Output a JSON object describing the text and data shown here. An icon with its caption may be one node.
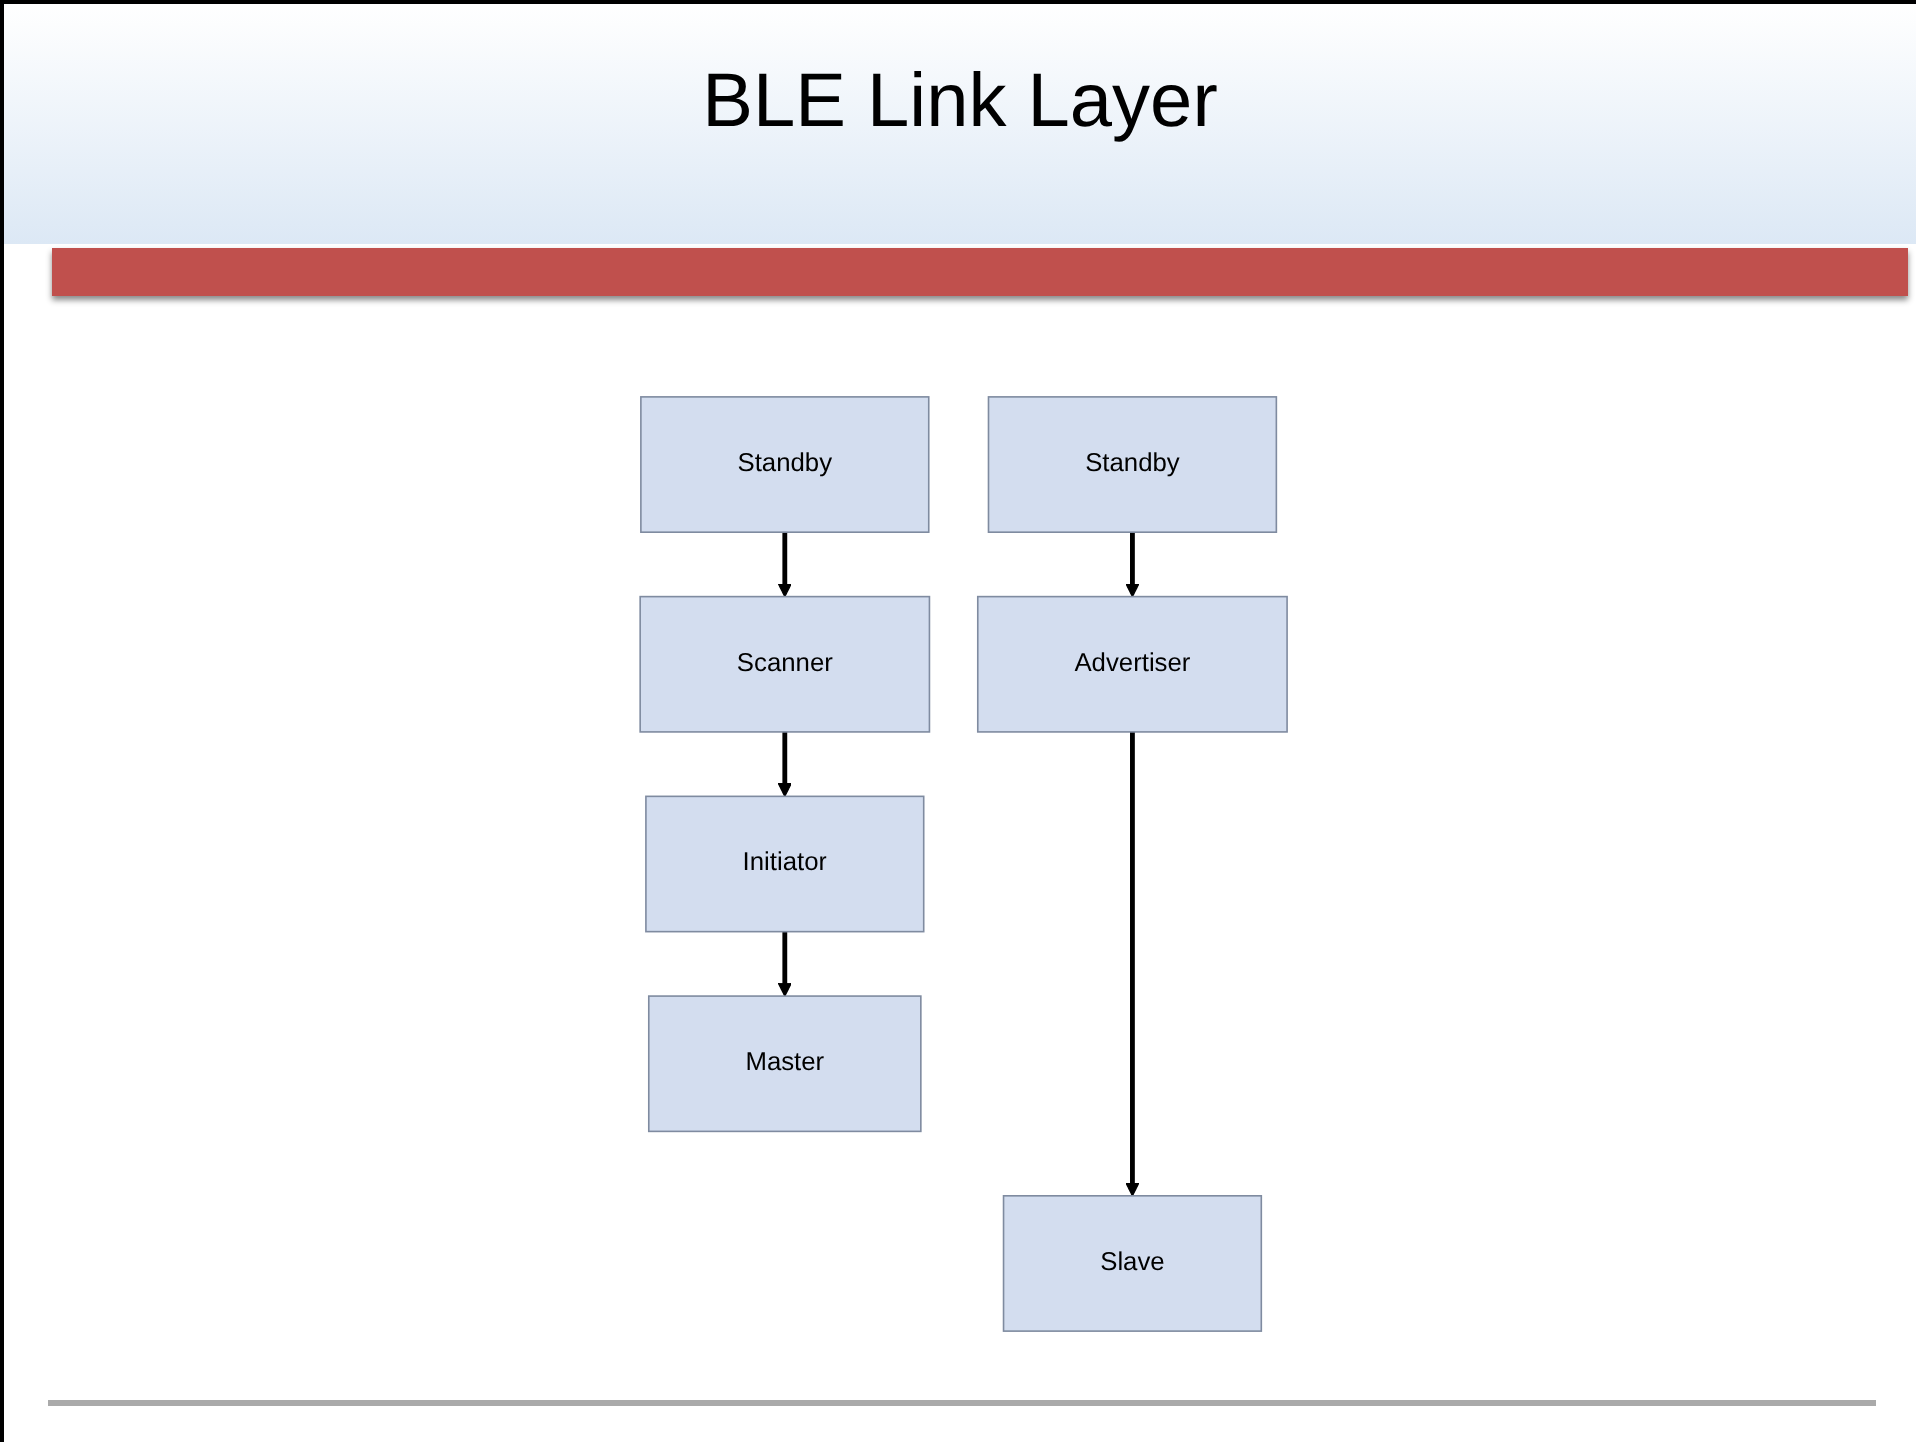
{
  "diagram": {
    "title": "BLE Link Layer",
    "nodes": [
      {
        "text": [
          "Standby"
        ]
      },
      {
        "text": [
          "Advertiser"
        ]
      },
      {
        "text": [
          "Slave"
        ]
      },
      {
        "text": [
          "Standby"
        ]
      },
      {
        "text": [
          "Scanner"
        ]
      },
      {
        "text": [
          "Initiator"
        ]
      },
      {
        "text": [
          "Master"
        ]
      }
    ],
    "edges": [
      {
        "from": 0,
        "to": 1,
        "arrow": "to"
      },
      {
        "from": 1,
        "to": 2,
        "arrow": "to"
      },
      {
        "from": 3,
        "to": 4,
        "arrow": "to"
      },
      {
        "from": 4,
        "to": 5,
        "arrow": "to"
      },
      {
        "from": 5,
        "to": 6,
        "arrow": "to"
      }
    ]
  }
}
